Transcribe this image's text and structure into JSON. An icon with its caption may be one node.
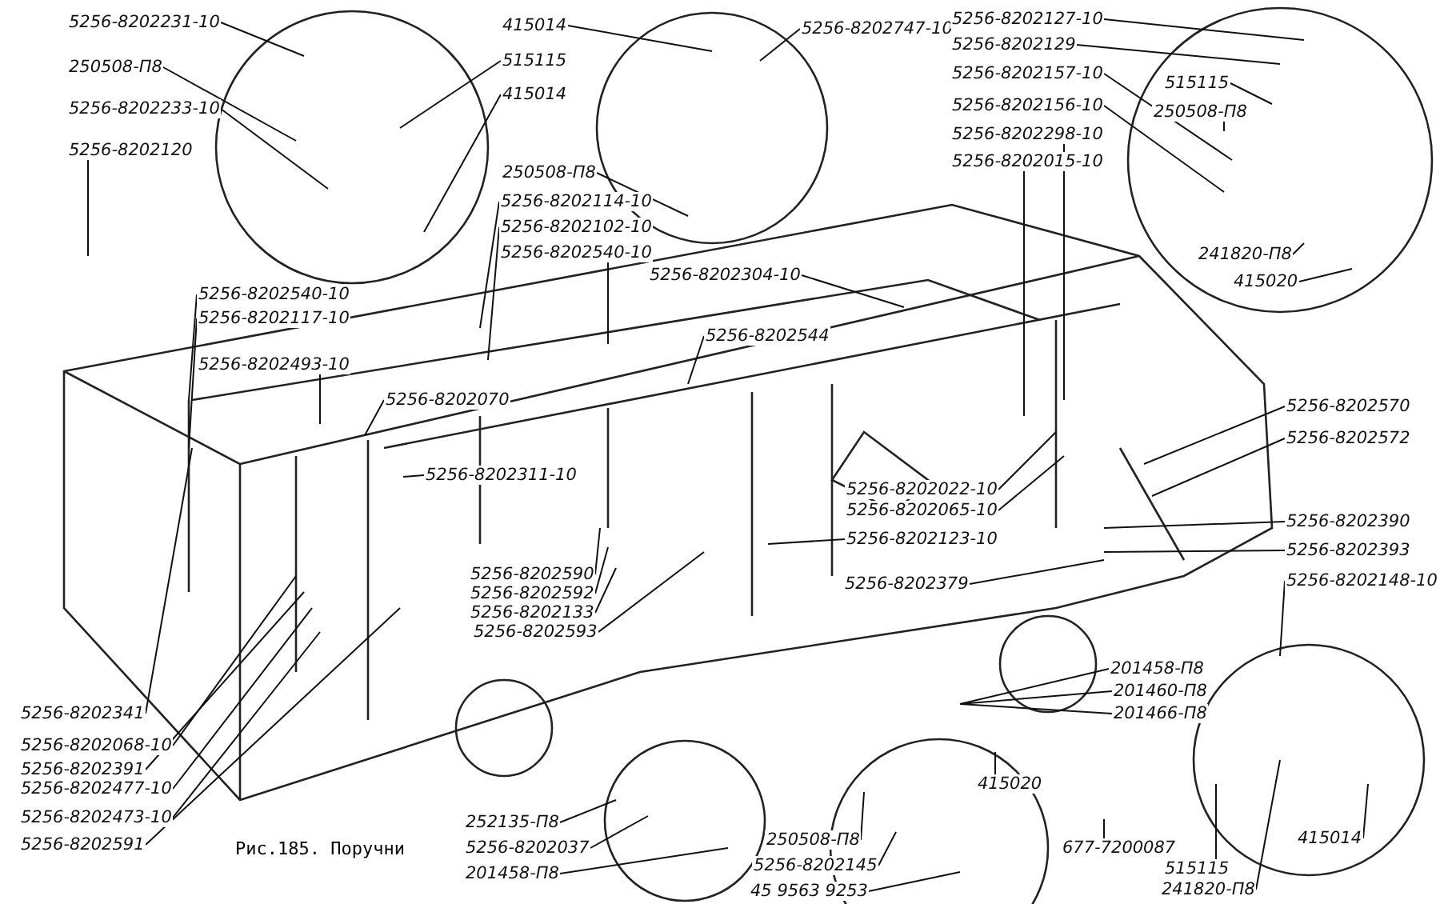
{
  "diagram": {
    "caption": "Рис.185. Поручни",
    "nodes": [
      {
        "text": [
          "5256-8202231-10"
        ]
      },
      {
        "text": [
          "250508-П8"
        ]
      },
      {
        "text": [
          "5256-8202233-10"
        ]
      },
      {
        "text": [
          "5256-8202120"
        ]
      },
      {
        "text": [
          "415014"
        ]
      },
      {
        "text": [
          "515115"
        ]
      },
      {
        "text": [
          "415014"
        ]
      },
      {
        "text": [
          "5256-8202747-10"
        ]
      },
      {
        "text": [
          "250508-П8"
        ]
      },
      {
        "text": [
          "5256-8202114-10"
        ]
      },
      {
        "text": [
          "5256-8202102-10"
        ]
      },
      {
        "text": [
          "5256-8202540-10"
        ]
      },
      {
        "text": [
          "5256-8202304-10"
        ]
      },
      {
        "text": [
          "5256-8202127-10"
        ]
      },
      {
        "text": [
          "5256-8202129"
        ]
      },
      {
        "text": [
          "5256-8202157-10"
        ]
      },
      {
        "text": [
          "515115"
        ]
      },
      {
        "text": [
          "250508-П8"
        ]
      },
      {
        "text": [
          "5256-8202156-10"
        ]
      },
      {
        "text": [
          "5256-8202298-10"
        ]
      },
      {
        "text": [
          "5256-8202015-10"
        ]
      },
      {
        "text": [
          "241820-П8"
        ]
      },
      {
        "text": [
          "415020"
        ]
      },
      {
        "text": [
          "5256-8202540-10"
        ]
      },
      {
        "text": [
          "5256-8202117-10"
        ]
      },
      {
        "text": [
          "5256-8202493-10"
        ]
      },
      {
        "text": [
          "5256-8202070"
        ]
      },
      {
        "text": [
          "5256-8202544"
        ]
      },
      {
        "text": [
          "5256-8202311-10"
        ]
      },
      {
        "text": [
          "5256-8202590"
        ]
      },
      {
        "text": [
          "5256-8202592"
        ]
      },
      {
        "text": [
          "5256-8202133"
        ]
      },
      {
        "text": [
          "5256-8202593"
        ]
      },
      {
        "text": [
          "5256-8202022-10"
        ]
      },
      {
        "text": [
          "5256-8202065-10"
        ]
      },
      {
        "text": [
          "5256-8202123-10"
        ]
      },
      {
        "text": [
          "5256-8202379"
        ]
      },
      {
        "text": [
          "5256-8202570"
        ]
      },
      {
        "text": [
          "5256-8202572"
        ]
      },
      {
        "text": [
          "5256-8202390"
        ]
      },
      {
        "text": [
          "5256-8202393"
        ]
      },
      {
        "text": [
          "5256-8202148-10"
        ]
      },
      {
        "text": [
          "201458-П8"
        ]
      },
      {
        "text": [
          "201460-П8"
        ]
      },
      {
        "text": [
          "201466-П8"
        ]
      },
      {
        "text": [
          "415020"
        ]
      },
      {
        "text": [
          "677-7200087"
        ]
      },
      {
        "text": [
          "515115"
        ]
      },
      {
        "text": [
          "241820-П8"
        ]
      },
      {
        "text": [
          "415014"
        ]
      },
      {
        "text": [
          "252135-П8"
        ]
      },
      {
        "text": [
          "5256-8202037"
        ]
      },
      {
        "text": [
          "201458-П8"
        ]
      },
      {
        "text": [
          "250508-П8"
        ]
      },
      {
        "text": [
          "5256-8202145"
        ]
      },
      {
        "text": [
          "45 9563 9253"
        ]
      },
      {
        "text": [
          "5256-8202341"
        ]
      },
      {
        "text": [
          "5256-8202068-10"
        ]
      },
      {
        "text": [
          "5256-8202391"
        ]
      },
      {
        "text": [
          "5256-8202477-10"
        ]
      },
      {
        "text": [
          "5256-8202473-10"
        ]
      },
      {
        "text": [
          "5256-8202591"
        ]
      }
    ],
    "edges": [
      {
        "from": 0,
        "to": null,
        "arrow": "none"
      },
      {
        "from": 1,
        "to": null,
        "arrow": "none"
      },
      {
        "from": 2,
        "to": null,
        "arrow": "none"
      },
      {
        "from": 3,
        "to": null,
        "arrow": "none"
      },
      {
        "from": 4,
        "to": null,
        "arrow": "none"
      },
      {
        "from": 5,
        "to": null,
        "arrow": "none"
      },
      {
        "from": 6,
        "to": null,
        "arrow": "none"
      },
      {
        "from": 7,
        "to": null,
        "arrow": "none"
      },
      {
        "from": 8,
        "to": null,
        "arrow": "none"
      },
      {
        "from": 9,
        "to": null,
        "arrow": "none"
      },
      {
        "from": 10,
        "to": null,
        "arrow": "none"
      },
      {
        "from": 11,
        "to": null,
        "arrow": "none"
      },
      {
        "from": 12,
        "to": null,
        "arrow": "none"
      },
      {
        "from": 13,
        "to": null,
        "arrow": "none"
      },
      {
        "from": 14,
        "to": null,
        "arrow": "none"
      },
      {
        "from": 15,
        "to": null,
        "arrow": "none"
      },
      {
        "from": 16,
        "to": null,
        "arrow": "none"
      },
      {
        "from": 17,
        "to": null,
        "arrow": "none"
      },
      {
        "from": 18,
        "to": null,
        "arrow": "none"
      },
      {
        "from": 19,
        "to": null,
        "arrow": "none"
      },
      {
        "from": 20,
        "to": null,
        "arrow": "none"
      },
      {
        "from": 21,
        "to": null,
        "arrow": "none"
      },
      {
        "from": 22,
        "to": null,
        "arrow": "none"
      },
      {
        "from": 23,
        "to": null,
        "arrow": "none"
      },
      {
        "from": 24,
        "to": null,
        "arrow": "none"
      },
      {
        "from": 25,
        "to": null,
        "arrow": "none"
      },
      {
        "from": 26,
        "to": null,
        "arrow": "none"
      },
      {
        "from": 27,
        "to": null,
        "arrow": "none"
      },
      {
        "from": 28,
        "to": null,
        "arrow": "none"
      },
      {
        "from": 29,
        "to": null,
        "arrow": "none"
      },
      {
        "from": 30,
        "to": null,
        "arrow": "none"
      },
      {
        "from": 31,
        "to": null,
        "arrow": "none"
      },
      {
        "from": 32,
        "to": null,
        "arrow": "none"
      },
      {
        "from": 33,
        "to": null,
        "arrow": "none"
      },
      {
        "from": 34,
        "to": null,
        "arrow": "none"
      },
      {
        "from": 35,
        "to": null,
        "arrow": "none"
      },
      {
        "from": 36,
        "to": null,
        "arrow": "none"
      },
      {
        "from": 37,
        "to": null,
        "arrow": "none"
      },
      {
        "from": 38,
        "to": null,
        "arrow": "none"
      },
      {
        "from": 39,
        "to": null,
        "arrow": "none"
      },
      {
        "from": 40,
        "to": null,
        "arrow": "none"
      },
      {
        "from": 41,
        "to": null,
        "arrow": "none"
      },
      {
        "from": 42,
        "to": null,
        "arrow": "none"
      },
      {
        "from": 43,
        "to": null,
        "arrow": "none"
      },
      {
        "from": 44,
        "to": null,
        "arrow": "none"
      },
      {
        "from": 45,
        "to": null,
        "arrow": "none"
      },
      {
        "from": 46,
        "to": null,
        "arrow": "none"
      },
      {
        "from": 47,
        "to": null,
        "arrow": "none"
      },
      {
        "from": 48,
        "to": null,
        "arrow": "none"
      },
      {
        "from": 49,
        "to": null,
        "arrow": "none"
      },
      {
        "from": 50,
        "to": null,
        "arrow": "none"
      },
      {
        "from": 51,
        "to": null,
        "arrow": "none"
      },
      {
        "from": 52,
        "to": null,
        "arrow": "none"
      },
      {
        "from": 53,
        "to": null,
        "arrow": "none"
      },
      {
        "from": 54,
        "to": null,
        "arrow": "none"
      },
      {
        "from": 55,
        "to": null,
        "arrow": "none"
      },
      {
        "from": 56,
        "to": null,
        "arrow": "none"
      },
      {
        "from": 57,
        "to": null,
        "arrow": "none"
      },
      {
        "from": 58,
        "to": null,
        "arrow": "none"
      },
      {
        "from": 59,
        "to": null,
        "arrow": "none"
      },
      {
        "from": 60,
        "to": null,
        "arrow": "none"
      },
      {
        "from": 61,
        "to": null,
        "arrow": "none"
      }
    ]
  }
}
